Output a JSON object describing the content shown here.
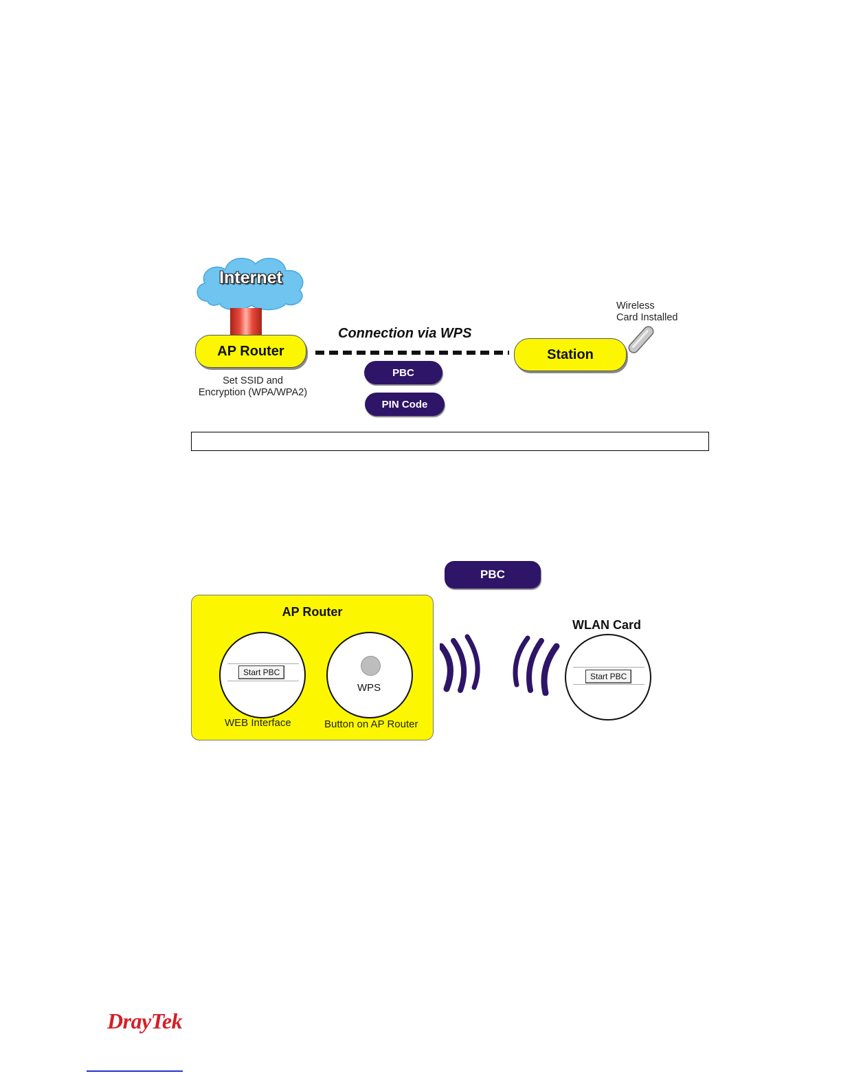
{
  "figure1": {
    "cloud_label": "Internet",
    "ap_router_label": "AP Router",
    "ap_router_note_line1": "Set SSID and",
    "ap_router_note_line2": "Encryption (WPA/WPA2)",
    "connection_title": "Connection via WPS",
    "method_pbc": "PBC",
    "method_pin": "PIN Code",
    "station_label": "Station",
    "station_note_line1": "Wireless",
    "station_note_line2": "Card Installed"
  },
  "figure2": {
    "pbc_label": "PBC",
    "router_panel_title": "AP Router",
    "web_button_label": "Start PBC",
    "web_caption": "WEB Interface",
    "wps_button_label": "WPS",
    "wps_caption": "Button on AP Router",
    "wlan_title": "WLAN Card",
    "wlan_button_label": "Start PBC"
  },
  "footer": {
    "logo_text": "DrayTek"
  },
  "colors": {
    "yellow": "#fcf700",
    "purple": "#2e1567",
    "cloud": "#6fc4f0",
    "logo_red": "#d41f26"
  }
}
